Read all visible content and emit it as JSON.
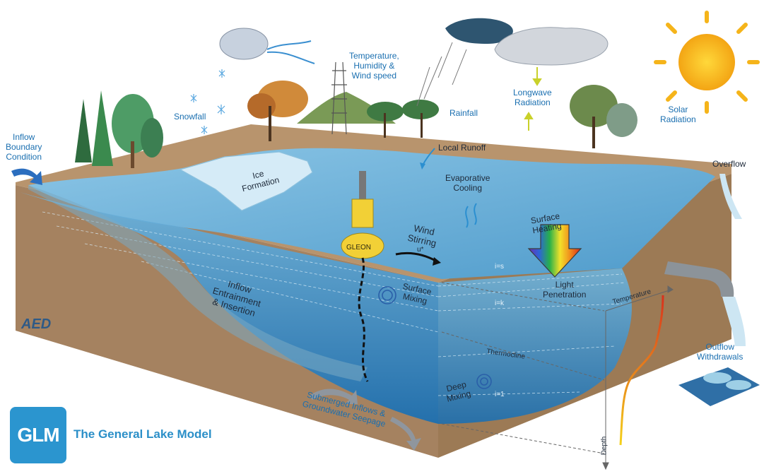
{
  "labels": {
    "inflow_boundary": [
      "Inflow",
      "Boundary",
      "Condition"
    ],
    "snowfall": "Snowfall",
    "ice_formation": [
      "Ice",
      "Formation"
    ],
    "met_station": [
      "Temperature,",
      "Humidity &",
      "Wind speed"
    ],
    "rainfall": "Rainfall",
    "longwave": [
      "Longwave",
      "Radiation"
    ],
    "solar": [
      "Solar",
      "Radiation"
    ],
    "local_runoff": "Local Runoff",
    "overflow": "Overflow",
    "evaporative": [
      "Evaporative",
      "Cooling"
    ],
    "wind_stirring": [
      "Wind",
      "Stirring"
    ],
    "u_star": "u*",
    "surface_heating": [
      "Surface",
      "Heating"
    ],
    "light_penetration": [
      "Light",
      "Penetration"
    ],
    "surface_mixing": [
      "Surface",
      "Mixing"
    ],
    "inflow_entrainment": [
      "Inflow",
      "Entrainment",
      "& Insertion"
    ],
    "thermocline": "Thermocline",
    "deep_mixing": [
      "Deep",
      "Mixing"
    ],
    "submerged_inflows": [
      "Submerged Inflows &",
      "Groundwater Seepage"
    ],
    "temperature_axis": "Temperature",
    "depth_axis": "Depth",
    "outflow": [
      "Outflow",
      "Withdrawals"
    ],
    "layer_s": "i=s",
    "layer_k": "i=k",
    "layer_1": "i=1",
    "buoy": "GLEON"
  },
  "logo": {
    "glm_mark": "GLM",
    "title": "The General Lake Model",
    "aed": "AED"
  },
  "colors": {
    "land": "#b8946d",
    "land_dark": "#9c7a55",
    "water_surface": "#5aa3cf",
    "water_deep": "#1f74b4",
    "label_blue": "#1a6fb0",
    "brand": "#2b95cf"
  }
}
